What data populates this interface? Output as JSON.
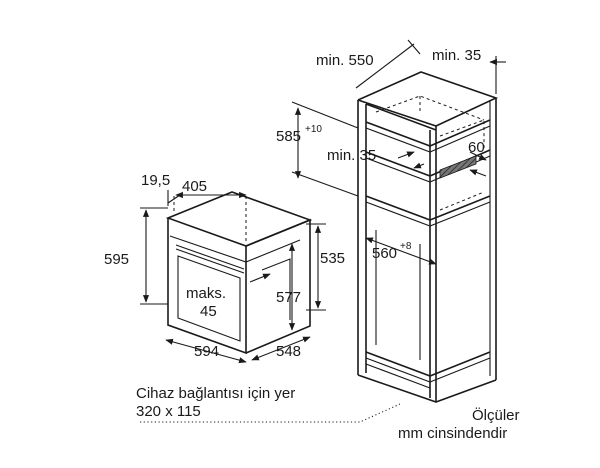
{
  "oven": {
    "depth_offset": "19,5",
    "inner_depth": "405",
    "height": "595",
    "max_label_line1": "maks.",
    "max_label_line2": "45",
    "width": "594",
    "depth": "548",
    "inner_height": "577",
    "front_height": "535"
  },
  "cabinet": {
    "min_depth": "min. 550",
    "min_rear": "min. 35",
    "niche_height": "585",
    "niche_height_tol": "+10",
    "min_gap": "min. 35",
    "vent": "60",
    "niche_width": "560",
    "niche_width_tol": "+8"
  },
  "notes": {
    "connection_line1": "Cihaz bağlantısı için yer",
    "connection_line2": "320 x 115",
    "units_line1": "Ölçüler",
    "units_line2": "mm cinsindendir"
  }
}
